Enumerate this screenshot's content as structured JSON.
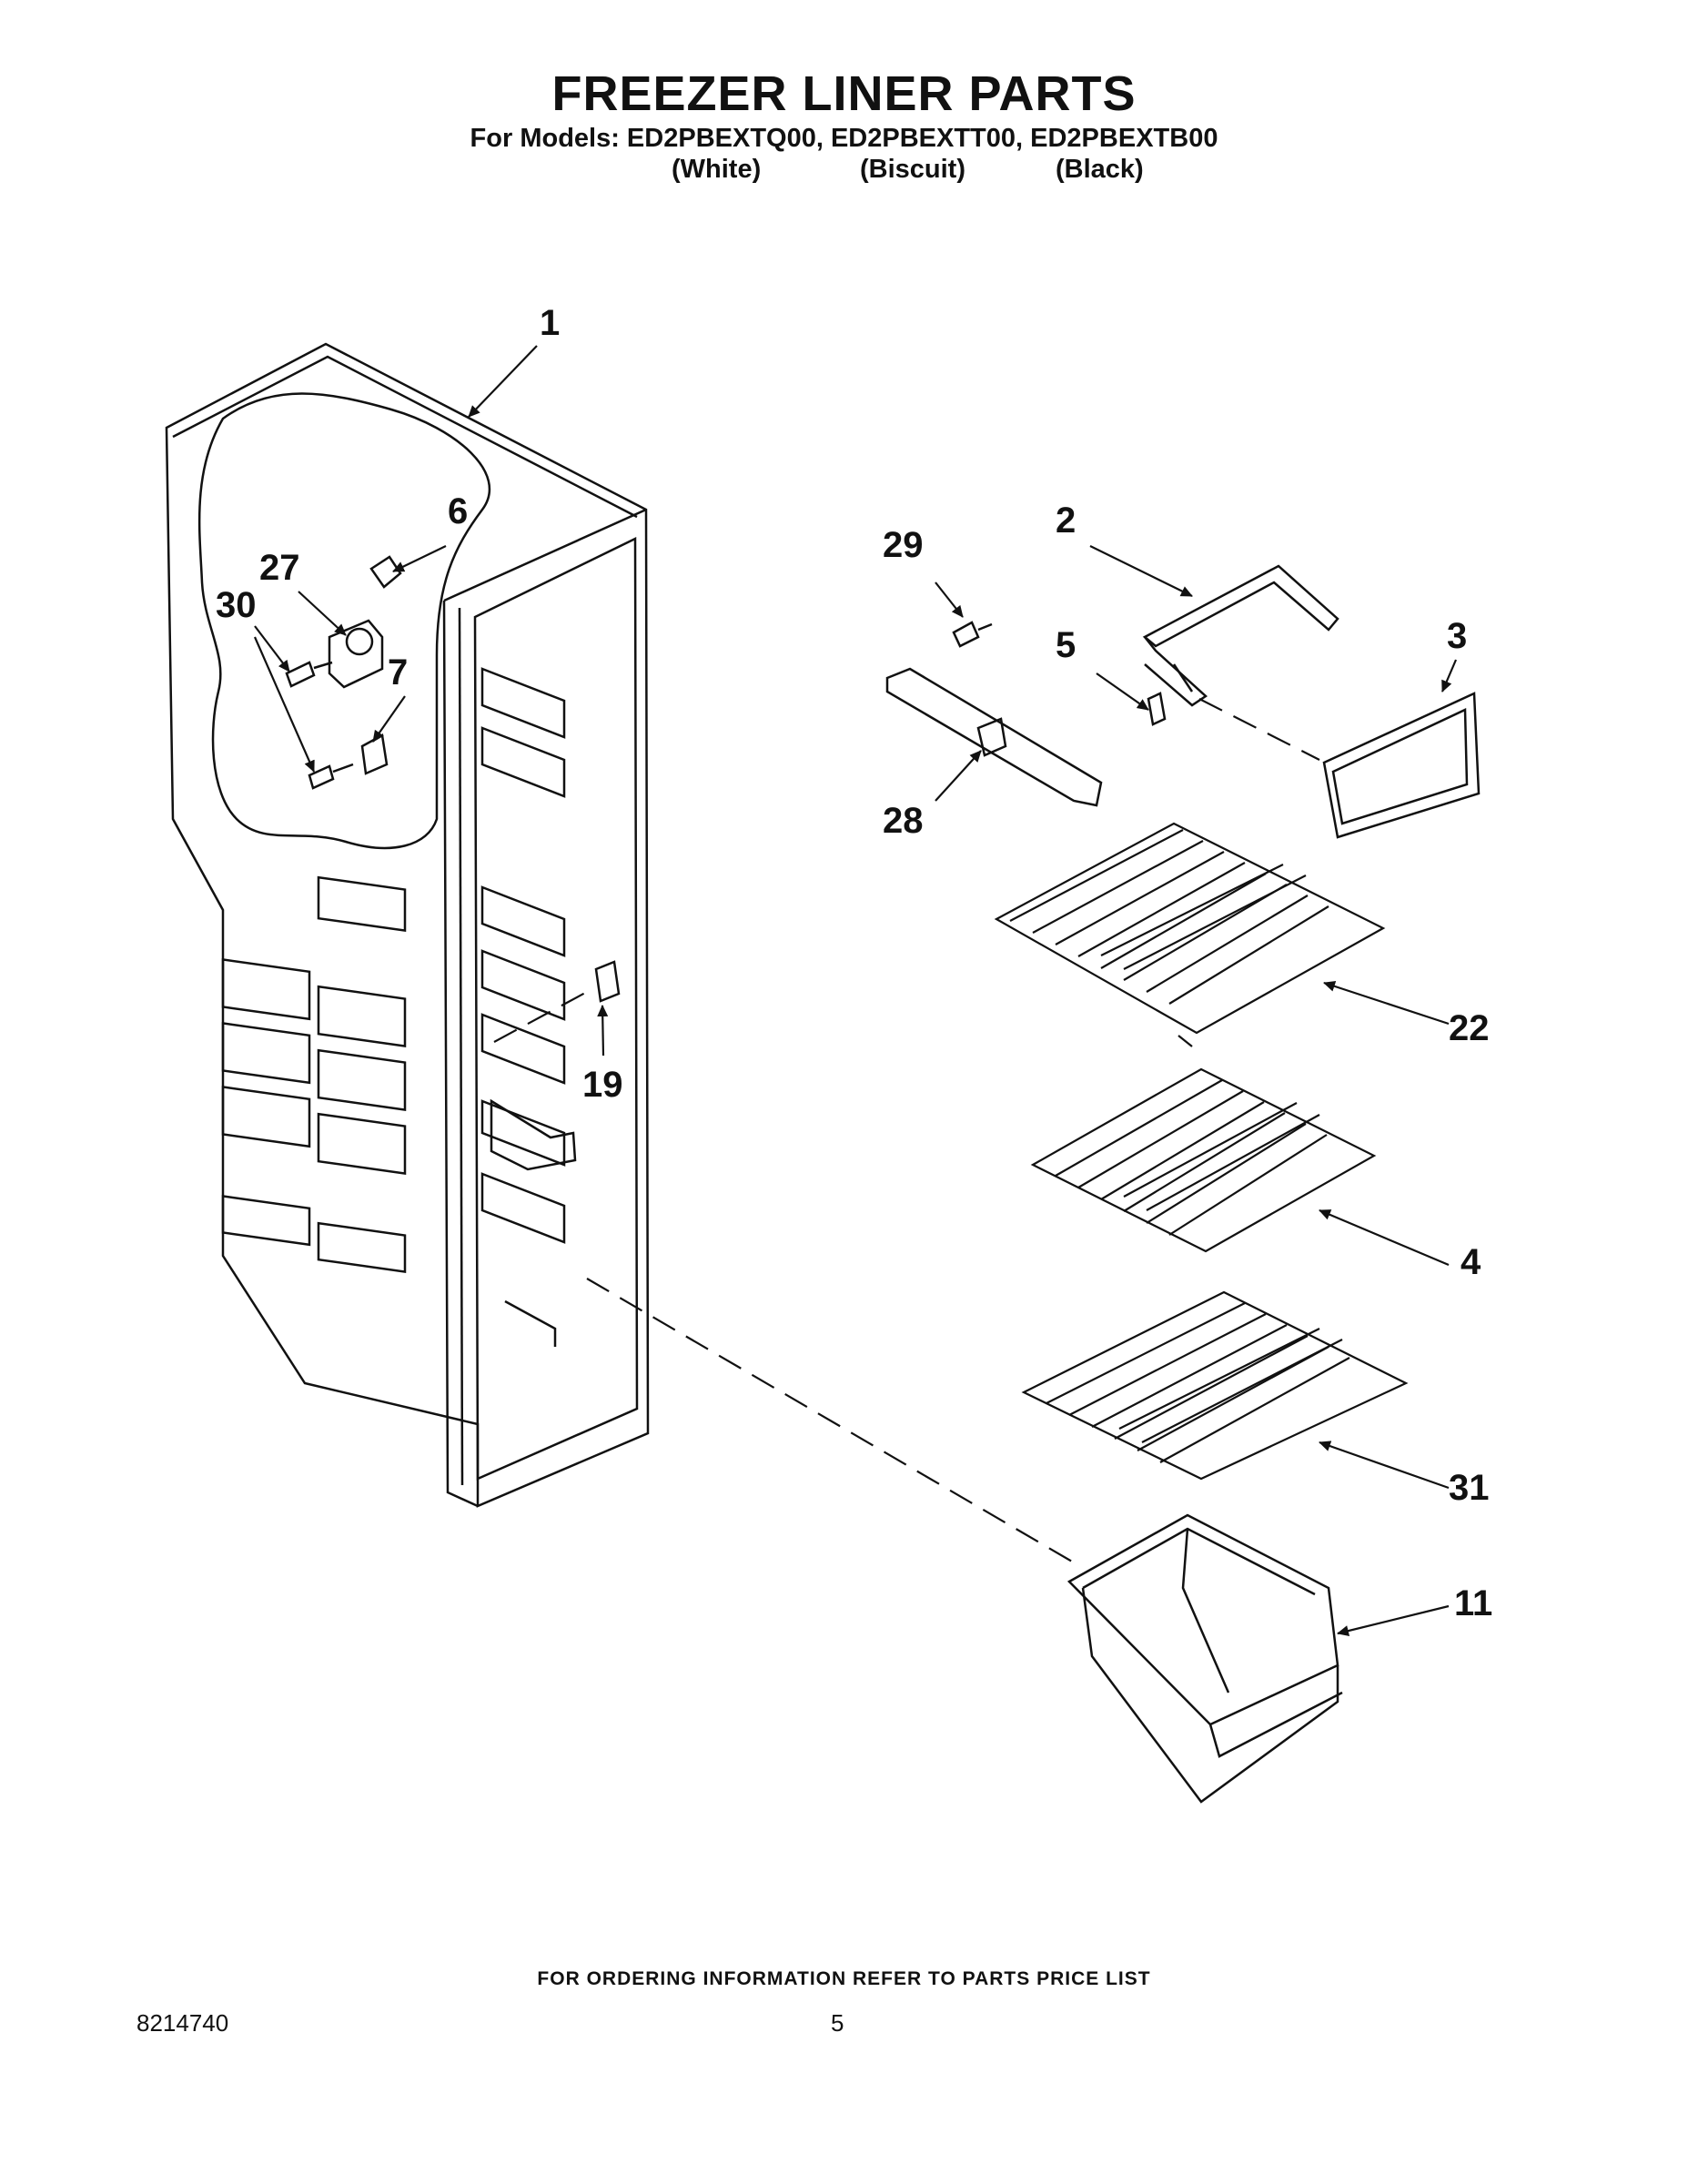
{
  "header": {
    "title": "FREEZER LINER PARTS",
    "models_line": "For Models: ED2PBEXTQ00, ED2PBEXTT00, ED2PBEXTB00",
    "variants": [
      "(White)",
      "(Biscuit)",
      "(Black)"
    ]
  },
  "callouts": [
    "1",
    "2",
    "3",
    "4",
    "5",
    "6",
    "7",
    "11",
    "19",
    "22",
    "27",
    "28",
    "29",
    "30",
    "31"
  ],
  "footer": {
    "note": "FOR ORDERING INFORMATION REFER TO PARTS PRICE LIST",
    "doc_number": "8214740",
    "page_number": "5"
  }
}
